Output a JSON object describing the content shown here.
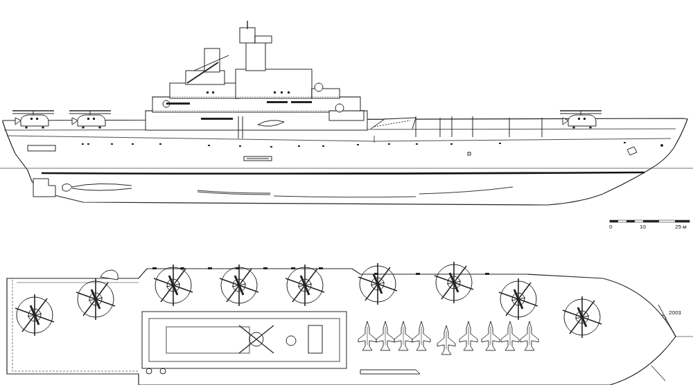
{
  "diagram": {
    "labels": [
      "0",
      "10",
      "25 м",
      "2003"
    ]
  }
}
